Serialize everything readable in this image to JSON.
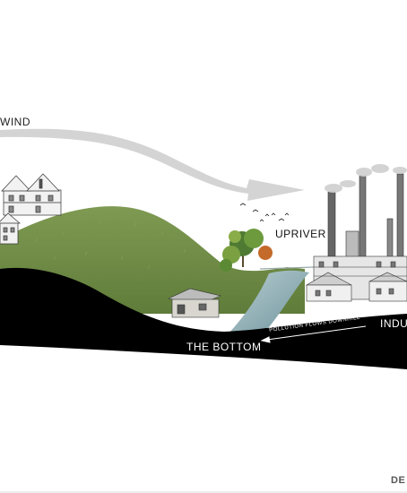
{
  "labels": {
    "wind": "WIND",
    "upriver": "UPRIVER",
    "industry": "INDU",
    "the_bottom": "THE BOTTOM",
    "pollution": "POLLUTION FLOWS DOWNHILL",
    "credit": "DE"
  },
  "colors": {
    "hill": "#6f8f45",
    "ground": "#000000",
    "river": "#8fb0b8",
    "wind_arrow": "#d3d3d3"
  },
  "icons": {
    "wind_arrow": "large-curved-arrow",
    "pollution_arrow": "thin-arrow-left"
  }
}
